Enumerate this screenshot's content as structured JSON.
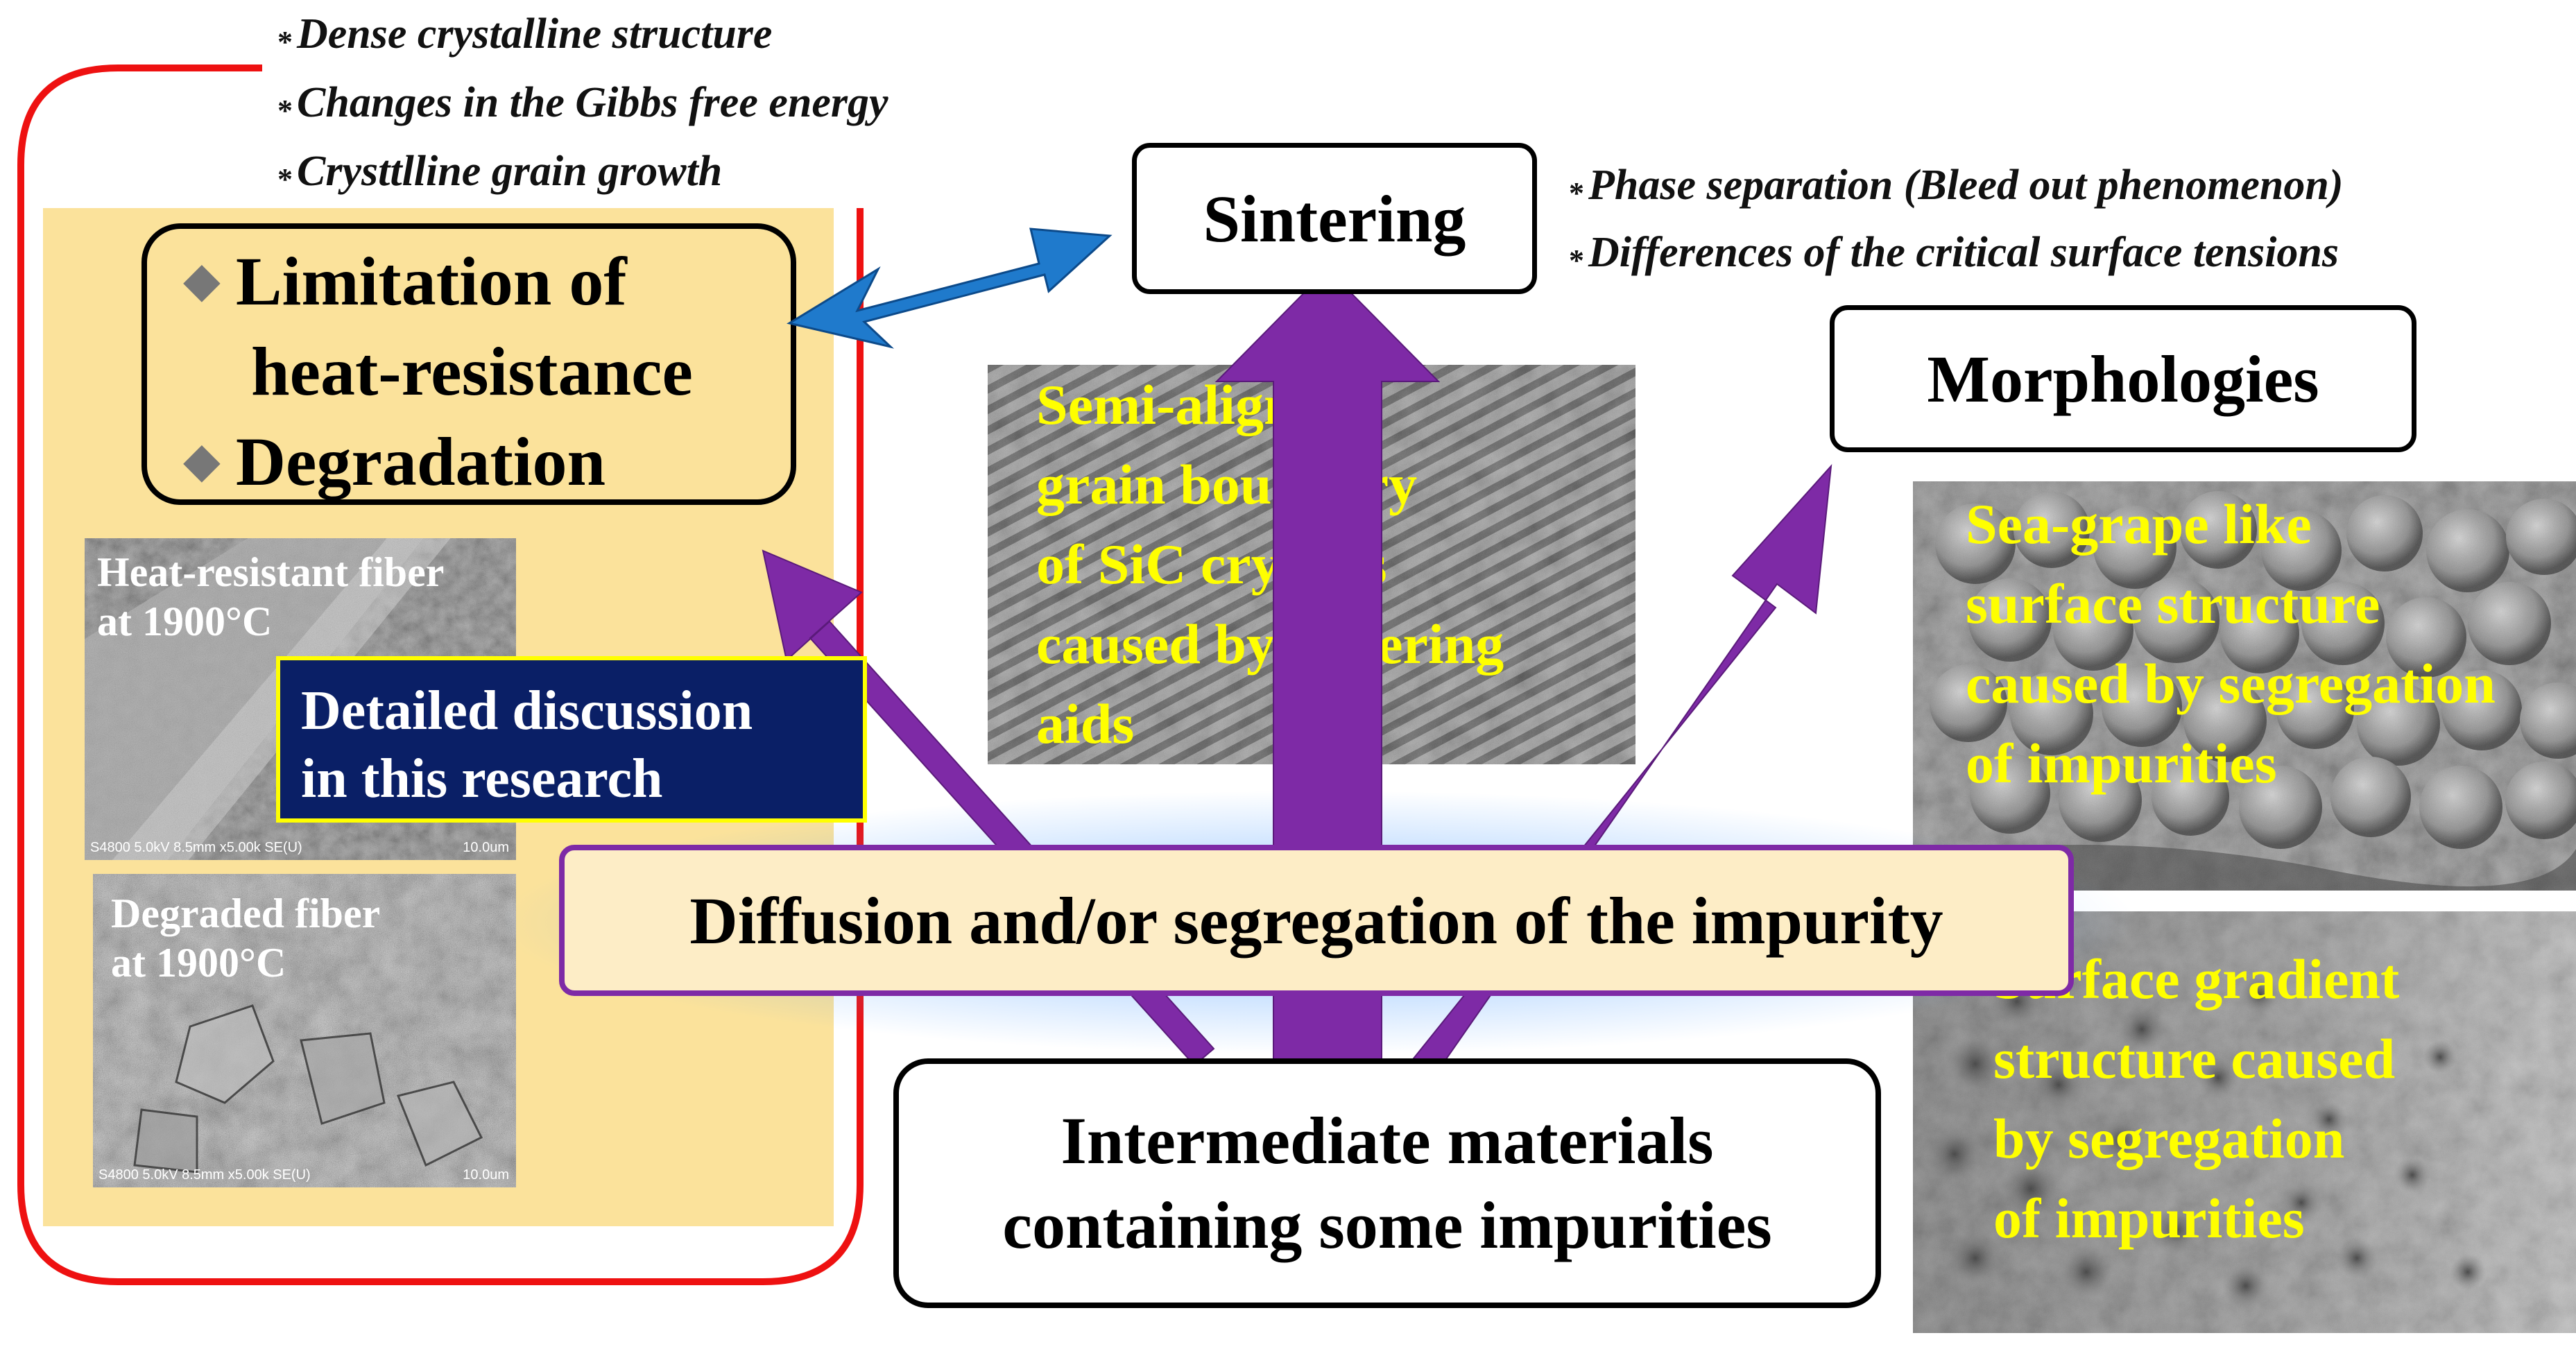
{
  "notes_left": [
    {
      "bullet": "*",
      "text": "Dense crystalline structure"
    },
    {
      "bullet": "*",
      "text": "Changes in the Gibbs free energy"
    },
    {
      "bullet": "*",
      "text": "Crysttlline grain growth"
    }
  ],
  "notes_right": [
    {
      "bullet": "*",
      "text": "Phase separation (Bleed out phenomenon)"
    },
    {
      "bullet": "*",
      "text": "Differences of the critical surface tensions"
    }
  ],
  "limitation_box": {
    "bullet": "◆",
    "line1": "Limitation of",
    "line2": "heat-resistance",
    "line3": "Degradation"
  },
  "sintering_label": "Sintering",
  "morphologies_label": "Morphologies",
  "fiber_photo_1": {
    "line1": "Heat-resistant fiber",
    "line2": "at 1900°C",
    "scale_info": "S4800 5.0kV 8.5mm x5.00k SE(U)",
    "scale_value": "10.0um"
  },
  "fiber_photo_2": {
    "line1": "Degraded fiber",
    "line2": "at 1900°C",
    "scale_info": "S4800 5.0kV 8.5mm x5.00k SE(U)",
    "scale_value": "10.0um"
  },
  "detailed_box": {
    "line1": "Detailed discussion",
    "line2": "in this research"
  },
  "sic_image_lines": [
    "Semi-aligned",
    "grain boundary",
    "of SiC crystals",
    "caused by sintering",
    "aids"
  ],
  "seagrape_image_lines": [
    "Sea-grape like",
    "surface structure",
    "caused by segregation",
    "of impurities"
  ],
  "gradient_image_lines": [
    "Surface gradient",
    "structure caused",
    "by segregation",
    "of impurities"
  ],
  "diffusion_label": "Diffusion and/or segregation of the impurity",
  "intermediate_box": {
    "line1": "Intermediate materials",
    "line2": "containing some impurities"
  },
  "colors": {
    "red_bracket": "#ee1111",
    "panel_fill": "#fbe29b",
    "purple_arrow": "#7e2aa6",
    "blue_arrow": "#1f7acc",
    "navy_box": "#0a1f66",
    "label_yellow": "#ffff00",
    "diffusion_fill": "#fdedc6"
  }
}
